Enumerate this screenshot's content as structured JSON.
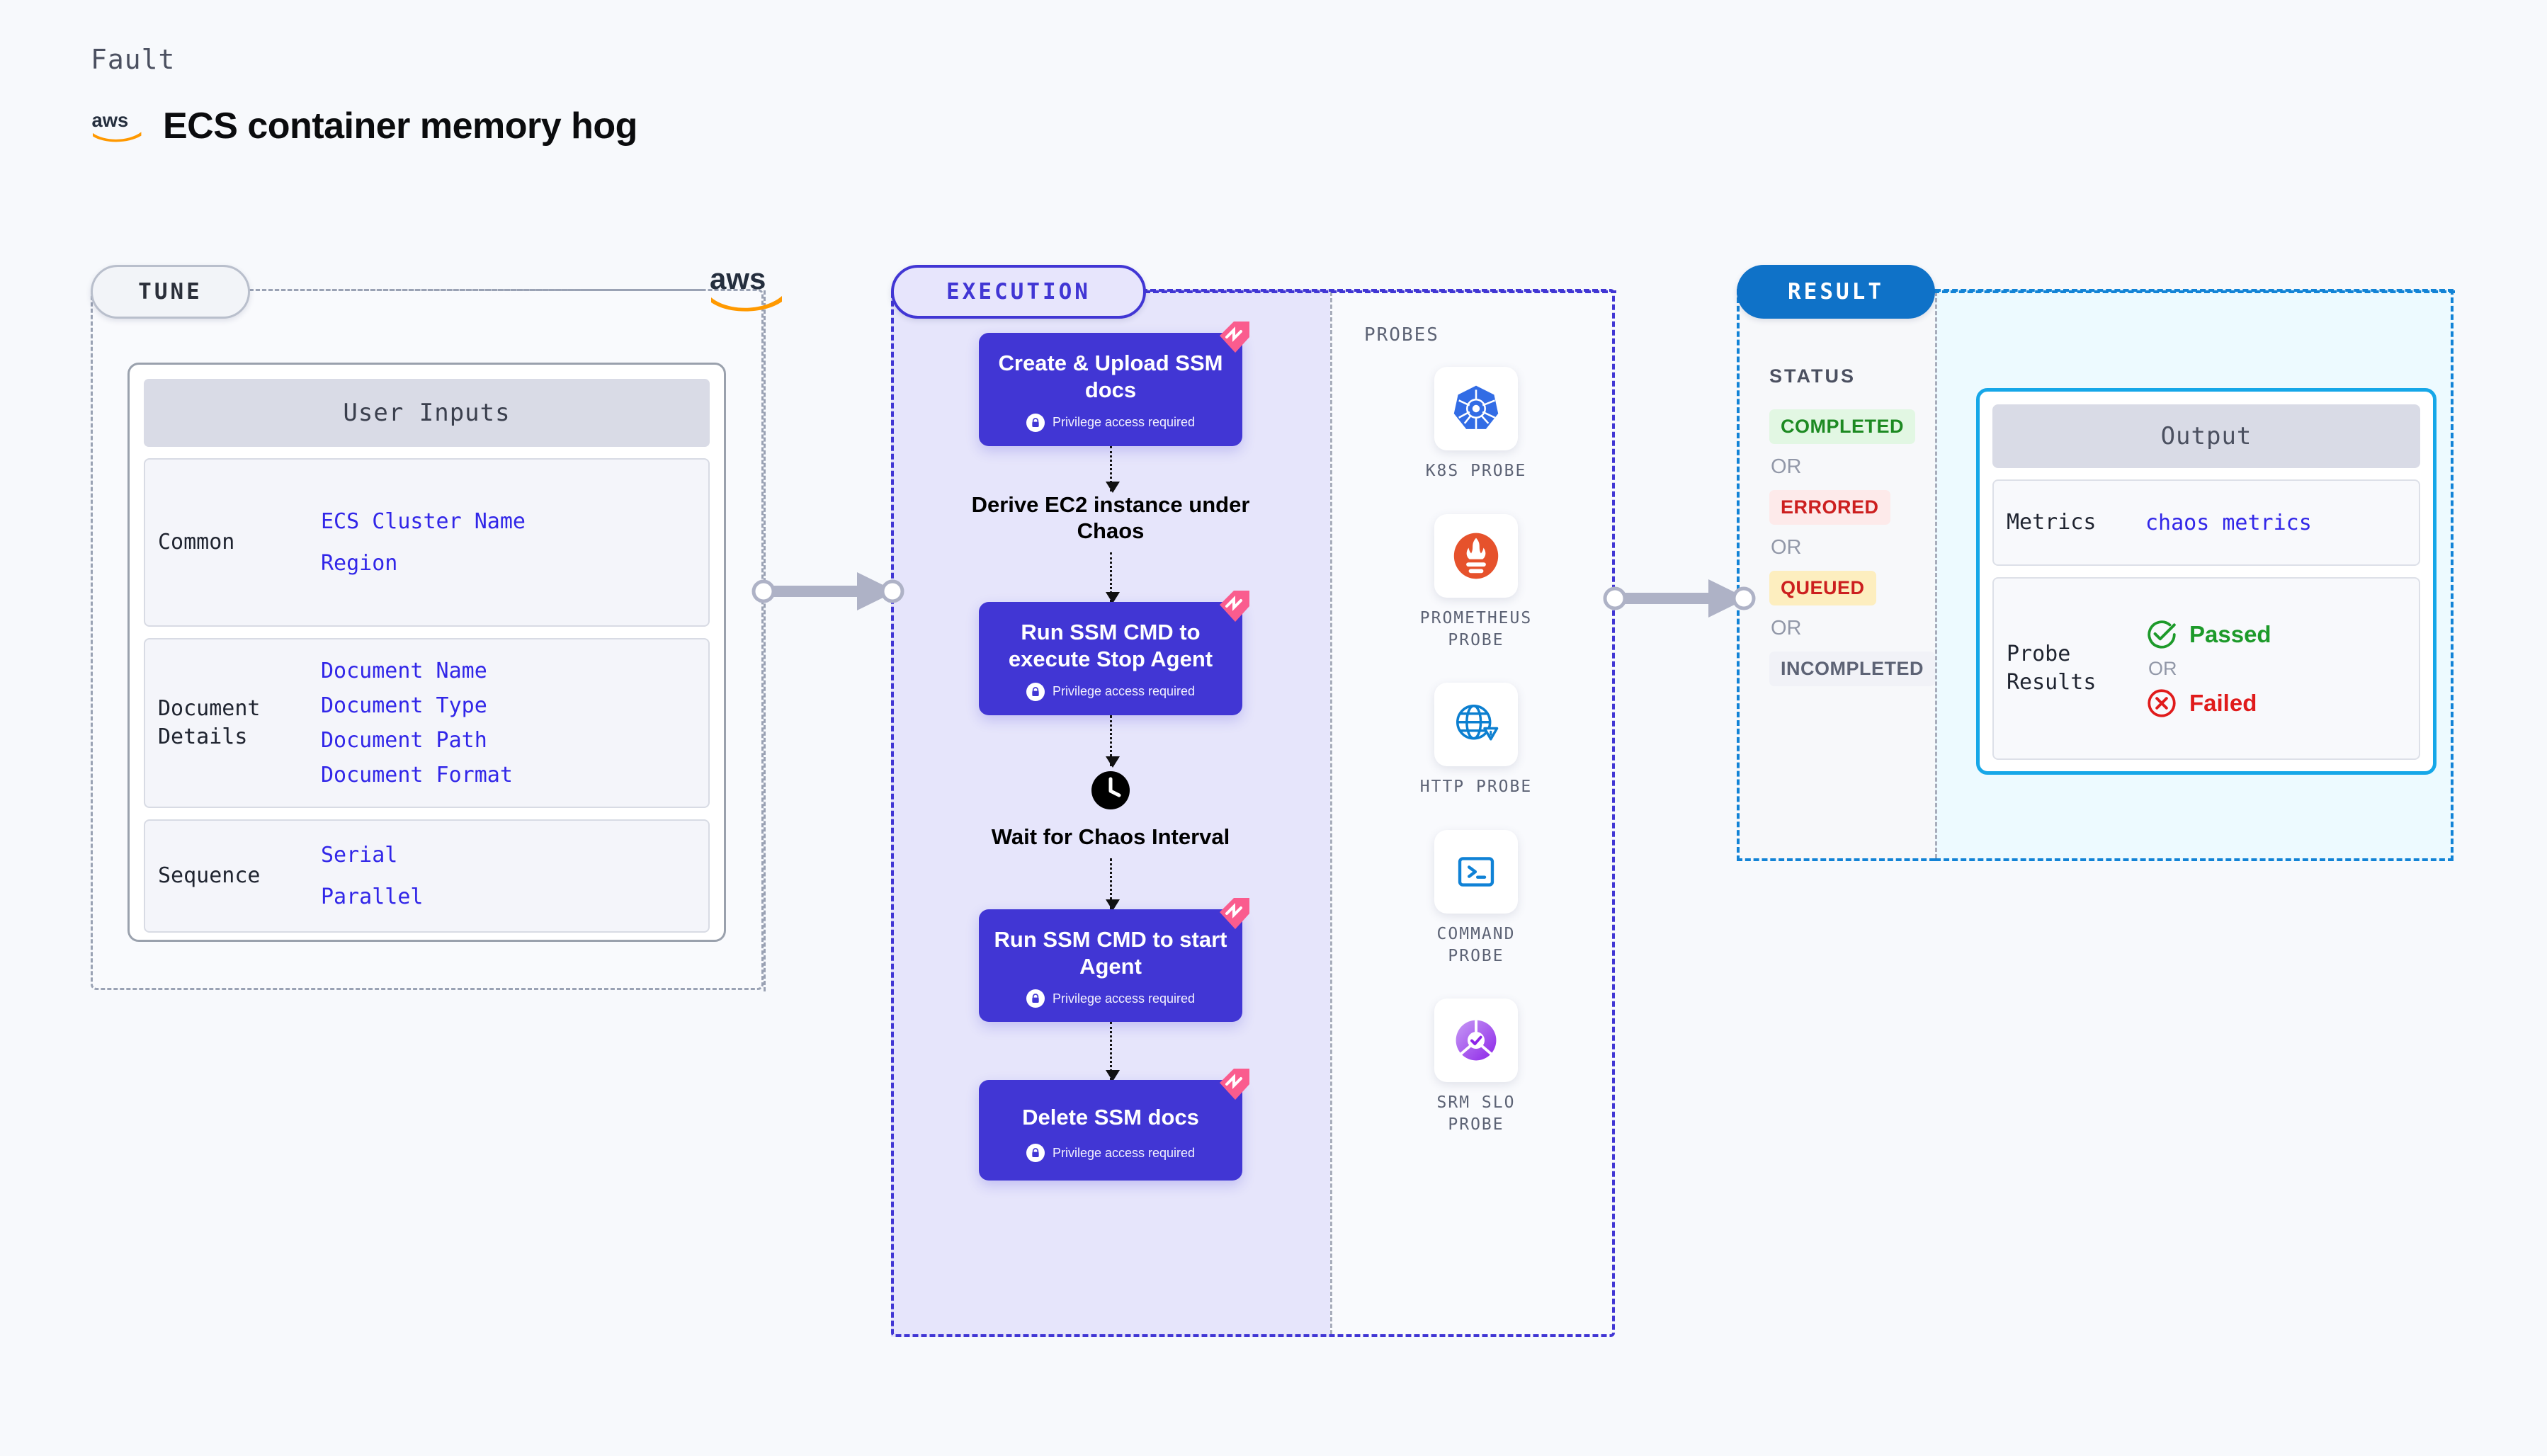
{
  "header": {
    "kicker": "Fault",
    "title": "ECS container memory hog",
    "provider_icon": "aws-logo"
  },
  "tune": {
    "pill_label": "TUNE",
    "provider_icon": "aws-logo",
    "card_title": "User Inputs",
    "groups": [
      {
        "label": "Common",
        "values": [
          "ECS Cluster Name",
          "Region"
        ]
      },
      {
        "label": "Document\nDetails",
        "values": [
          "Document Name",
          "Document Type",
          "Document Path",
          "Document Format"
        ]
      },
      {
        "label": "Sequence",
        "values": [
          "Serial",
          "Parallel"
        ]
      }
    ]
  },
  "execution": {
    "pill_label": "EXECUTION",
    "privilege_note": "Privilege access required",
    "steps": [
      {
        "type": "node",
        "title": "Create & Upload SSM docs",
        "privileged": true,
        "badge": "litmus-ribbon-icon"
      },
      {
        "type": "plain",
        "title": "Derive EC2 instance under Chaos",
        "icon": null
      },
      {
        "type": "node",
        "title": "Run SSM CMD to execute Stop Agent",
        "privileged": true,
        "badge": "litmus-ribbon-icon"
      },
      {
        "type": "plain",
        "title": "Wait for Chaos Interval",
        "icon": "clock-icon"
      },
      {
        "type": "node",
        "title": "Run SSM CMD to start Agent",
        "privileged": true,
        "badge": "litmus-ribbon-icon"
      },
      {
        "type": "node",
        "title": "Delete SSM docs",
        "privileged": true,
        "badge": "litmus-ribbon-icon"
      }
    ]
  },
  "probes": {
    "label": "PROBES",
    "items": [
      {
        "name": "K8S PROBE",
        "icon": "kubernetes-icon"
      },
      {
        "name": "PROMETHEUS PROBE",
        "icon": "prometheus-icon"
      },
      {
        "name": "HTTP PROBE",
        "icon": "http-globe-warning-icon"
      },
      {
        "name": "COMMAND PROBE",
        "icon": "terminal-icon"
      },
      {
        "name": "SRM SLO PROBE",
        "icon": "srm-slo-icon"
      }
    ]
  },
  "result": {
    "pill_label": "RESULT",
    "status_label": "STATUS",
    "or_label": "OR",
    "statuses": [
      {
        "text": "COMPLETED",
        "color": "#1d8a22",
        "bg": "#e2f7e3"
      },
      {
        "text": "ERRORED",
        "color": "#cc1f1f",
        "bg": "#fdeaea"
      },
      {
        "text": "QUEUED",
        "color": "#cc1f1f",
        "bg": "#fdeebf"
      },
      {
        "text": "INCOMPLETED",
        "color": "#5d6375",
        "bg": "#f1f2f7"
      }
    ],
    "output": {
      "title": "Output",
      "metrics_label": "Metrics",
      "metrics_value": "chaos metrics",
      "probe_results_label": "Probe\nResults",
      "passed_label": "Passed",
      "failed_label": "Failed",
      "or_label": "OR"
    }
  },
  "colors": {
    "background": "#f7f9fc",
    "execution_accent": "#4136d4",
    "result_accent": "#1283d6",
    "output_border": "#16a7e8",
    "tune_border": "#9aa2b4",
    "litmus_pink": "#fa5c8e",
    "link_blue": "#3126e8",
    "passed_green": "#1d9a2a",
    "failed_red": "#e01b1b"
  }
}
